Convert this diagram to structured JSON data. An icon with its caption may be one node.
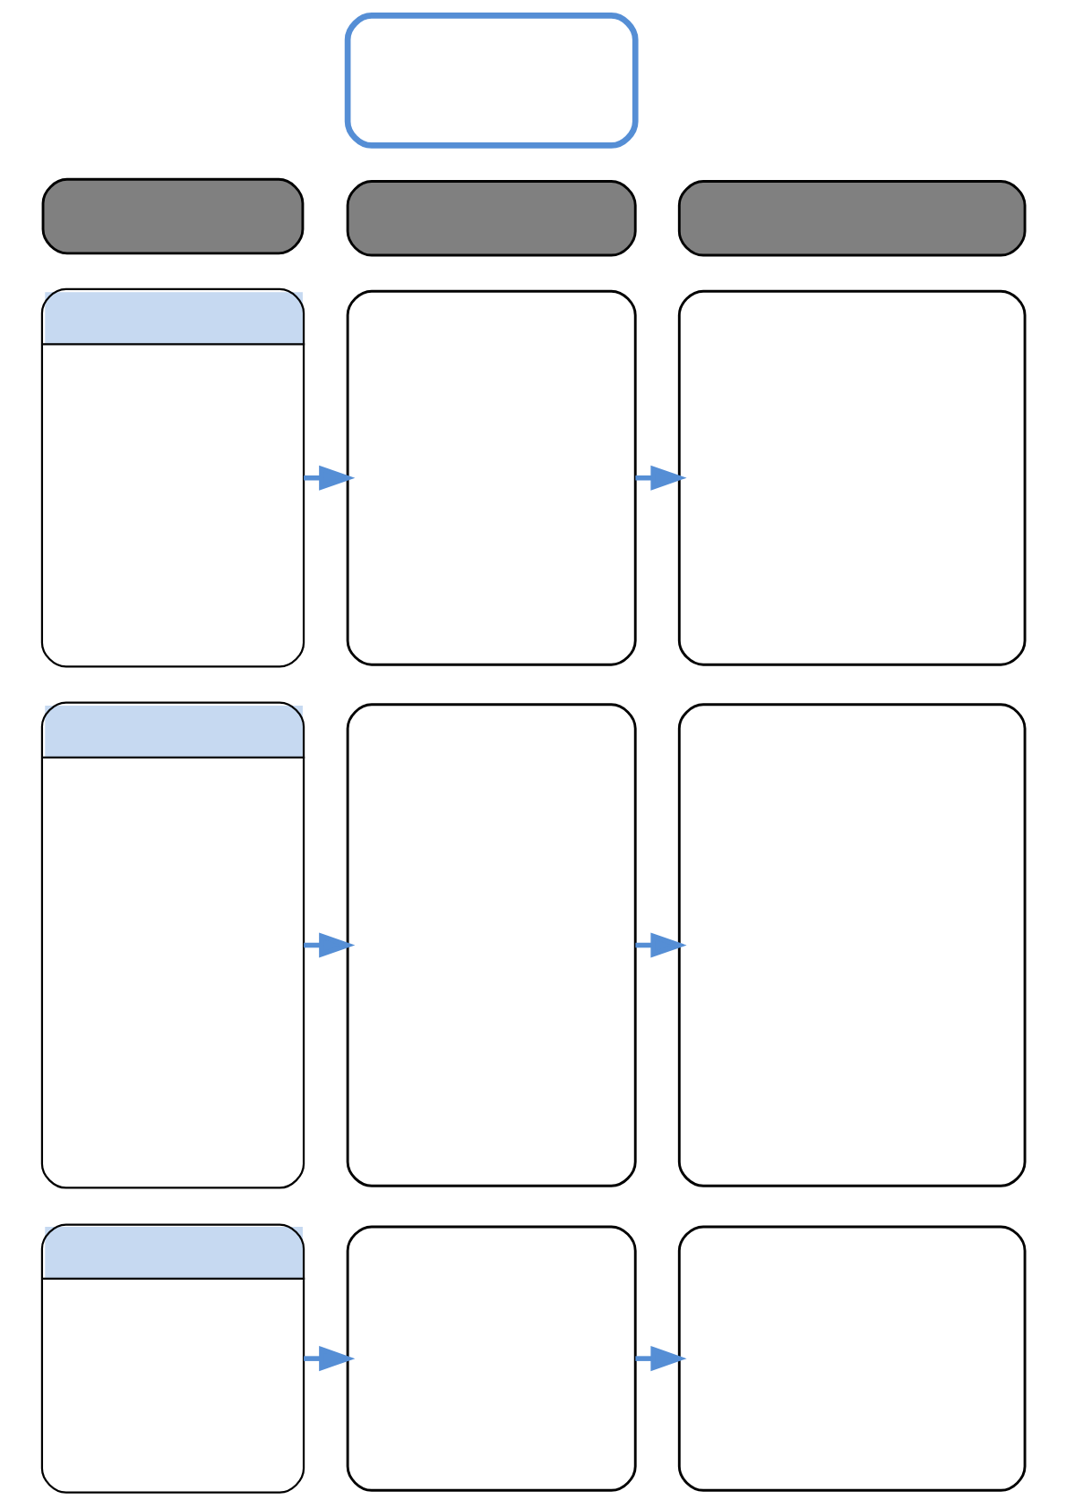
{
  "diagram": {
    "nodes": [
      {
        "text": [],
        "shape": "box"
      },
      {
        "text": [],
        "shape": "box"
      },
      {
        "text": [],
        "shape": "box"
      },
      {
        "text": [],
        "shape": "box"
      },
      {
        "text": [],
        "shape": "box"
      },
      {
        "text": [],
        "shape": "box"
      },
      {
        "text": [],
        "shape": "box"
      },
      {
        "text": [],
        "shape": "box"
      },
      {
        "text": [],
        "shape": "box"
      },
      {
        "text": [],
        "shape": "box"
      },
      {
        "text": [],
        "shape": "box"
      },
      {
        "text": [],
        "shape": "box"
      },
      {
        "text": [],
        "shape": "box"
      }
    ],
    "edges": [
      {
        "from": 4,
        "to": 5,
        "arrow": "to"
      },
      {
        "from": 5,
        "to": 6,
        "arrow": "to"
      },
      {
        "from": 7,
        "to": 8,
        "arrow": "to"
      },
      {
        "from": 8,
        "to": 9,
        "arrow": "to"
      },
      {
        "from": 10,
        "to": 11,
        "arrow": "to"
      },
      {
        "from": 11,
        "to": 12,
        "arrow": "to"
      }
    ]
  }
}
